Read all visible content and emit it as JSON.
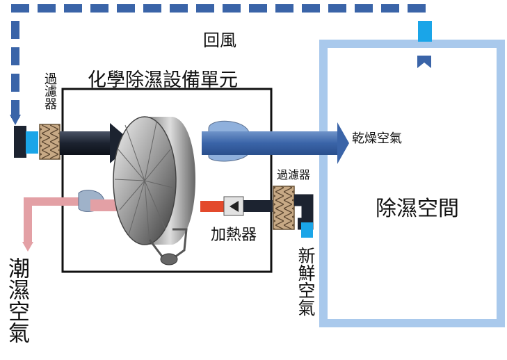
{
  "labels": {
    "return_air": "回風",
    "unit_title": "化學除濕設備單元",
    "filter_left": "過濾器",
    "dry_air": "乾燥空氣",
    "filter_right": "過濾器",
    "heater": "加熱器",
    "dehumidified_space": "除濕空間",
    "humid_air": "潮濕空氣",
    "fresh_air": "新鮮空氣"
  },
  "colors": {
    "duct_blue": "#3a64a8",
    "room_blue": "#a9c9ec",
    "dark_duct": "#1c2330",
    "cyan": "#1aa5e8",
    "pink": "#e3a0a5",
    "heater_red": "#e34a2c",
    "filter_tan": "#c7a985"
  }
}
